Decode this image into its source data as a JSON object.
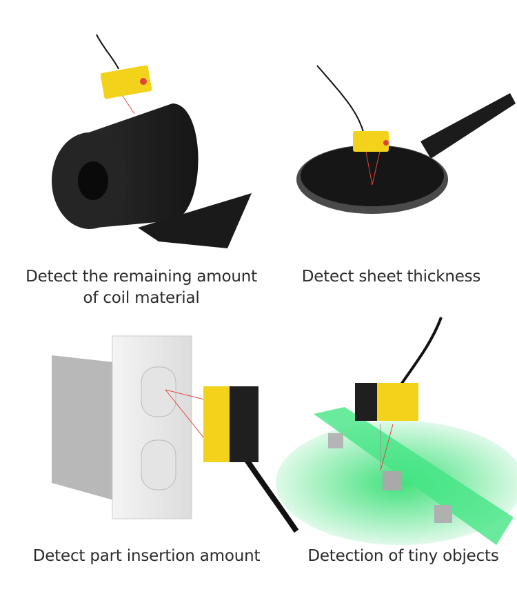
{
  "panels": [
    {
      "caption_line1": "Detect the remaining amount",
      "caption_line2": "of coil material",
      "scene": "coil-roll"
    },
    {
      "caption": "Detect sheet thickness",
      "scene": "frying-pan"
    },
    {
      "caption": "Detect part insertion amount",
      "scene": "wall-outlet"
    },
    {
      "caption": "Detection of tiny objects",
      "scene": "conveyor-cubes"
    }
  ],
  "colors": {
    "sensor_yellow": "#f2d21a",
    "laser_red": "#e0453a",
    "conveyor_green": "#3fe07a",
    "text": "#2b2b2b"
  }
}
